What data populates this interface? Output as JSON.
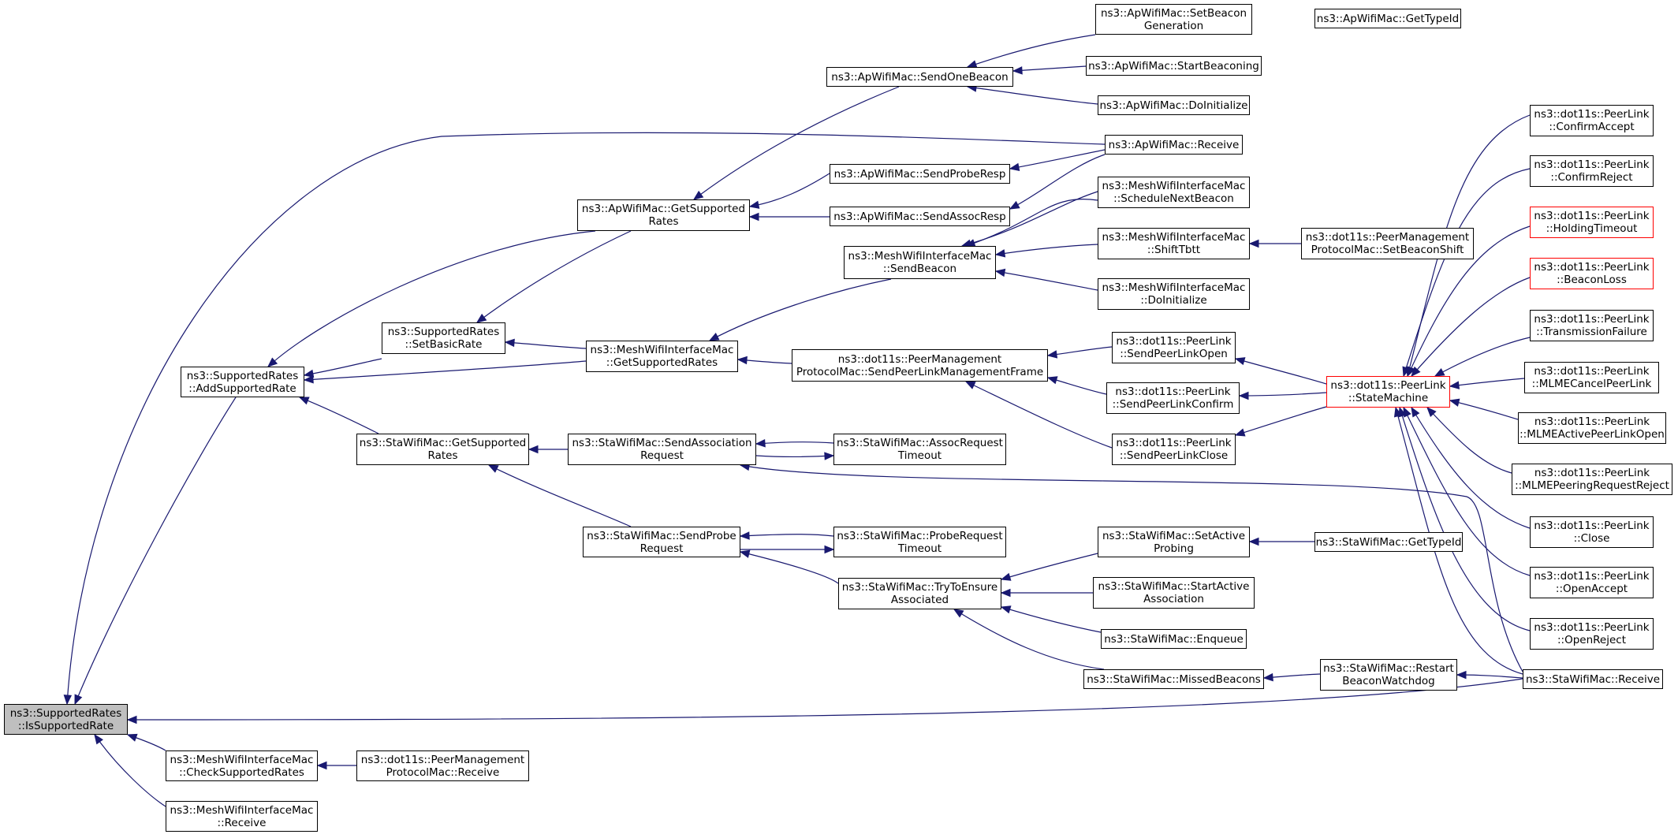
{
  "colors": {
    "edge": "#191970",
    "border": "#000000",
    "incomplete_border": "#ff0000",
    "focus_fill": "#bfbfbf"
  },
  "nodes": {
    "n0": [
      "ns3::SupportedRates",
      "::IsSupportedRate"
    ],
    "n1": [
      "ns3::SupportedRates",
      "::AddSupportedRate"
    ],
    "n2": [
      "ns3::MeshWifiInterfaceMac",
      "::CheckSupportedRates"
    ],
    "n3": [
      "ns3::MeshWifiInterfaceMac",
      "::Receive"
    ],
    "n4": [
      "ns3::dot11s::PeerManagement",
      "ProtocolMac::Receive"
    ],
    "n5": [
      "ns3::SupportedRates",
      "::SetBasicRate"
    ],
    "n6": [
      "ns3::StaWifiMac::GetSupported",
      "Rates"
    ],
    "n7": [
      "ns3::ApWifiMac::GetSupported",
      "Rates"
    ],
    "n8": [
      "ns3::MeshWifiInterfaceMac",
      "::GetSupportedRates"
    ],
    "n9": [
      "ns3::StaWifiMac::SendAssociation",
      "Request"
    ],
    "n10": [
      "ns3::StaWifiMac::SendProbe",
      "Request"
    ],
    "n11": [
      "ns3::ApWifiMac::SendOneBeacon"
    ],
    "n12": [
      "ns3::ApWifiMac::SendProbeResp"
    ],
    "n13": [
      "ns3::ApWifiMac::SendAssocResp"
    ],
    "n14": [
      "ns3::MeshWifiInterfaceMac",
      "::SendBeacon"
    ],
    "n15": [
      "ns3::dot11s::PeerManagement",
      "ProtocolMac::SendPeerLinkManagementFrame"
    ],
    "n16": [
      "ns3::StaWifiMac::AssocRequest",
      "Timeout"
    ],
    "n17": [
      "ns3::StaWifiMac::ProbeRequest",
      "Timeout"
    ],
    "n18": [
      "ns3::StaWifiMac::TryToEnsure",
      "Associated"
    ],
    "n19": [
      "ns3::ApWifiMac::SetBeacon",
      "Generation"
    ],
    "n20": [
      "ns3::ApWifiMac::StartBeaconing"
    ],
    "n21": [
      "ns3::ApWifiMac::DoInitialize"
    ],
    "n22": [
      "ns3::ApWifiMac::Receive"
    ],
    "n23": [
      "ns3::MeshWifiInterfaceMac",
      "::ScheduleNextBeacon"
    ],
    "n24": [
      "ns3::MeshWifiInterfaceMac",
      "::ShiftTbtt"
    ],
    "n25": [
      "ns3::MeshWifiInterfaceMac",
      "::DoInitialize"
    ],
    "n26": [
      "ns3::dot11s::PeerLink",
      "::SendPeerLinkOpen"
    ],
    "n27": [
      "ns3::dot11s::PeerLink",
      "::SendPeerLinkConfirm"
    ],
    "n28": [
      "ns3::dot11s::PeerLink",
      "::SendPeerLinkClose"
    ],
    "n29": [
      "ns3::StaWifiMac::SetActive",
      "Probing"
    ],
    "n30": [
      "ns3::StaWifiMac::StartActive",
      "Association"
    ],
    "n31": [
      "ns3::StaWifiMac::Enqueue"
    ],
    "n32": [
      "ns3::StaWifiMac::MissedBeacons"
    ],
    "n33": [
      "ns3::ApWifiMac::GetTypeId"
    ],
    "n34": [
      "ns3::dot11s::PeerManagement",
      "ProtocolMac::SetBeaconShift"
    ],
    "n35": [
      "ns3::StaWifiMac::GetTypeId"
    ],
    "n36": [
      "ns3::StaWifiMac::Restart",
      "BeaconWatchdog"
    ],
    "n37": [
      "ns3::dot11s::PeerLink",
      "::StateMachine"
    ],
    "n38": [
      "ns3::dot11s::PeerLink",
      "::ConfirmAccept"
    ],
    "n39": [
      "ns3::dot11s::PeerLink",
      "::ConfirmReject"
    ],
    "n40": [
      "ns3::dot11s::PeerLink",
      "::HoldingTimeout"
    ],
    "n41": [
      "ns3::dot11s::PeerLink",
      "::BeaconLoss"
    ],
    "n42": [
      "ns3::dot11s::PeerLink",
      "::TransmissionFailure"
    ],
    "n43": [
      "ns3::dot11s::PeerLink",
      "::MLMECancelPeerLink"
    ],
    "n44": [
      "ns3::dot11s::PeerLink",
      "::MLMEActivePeerLinkOpen"
    ],
    "n45": [
      "ns3::dot11s::PeerLink",
      "::MLMEPeeringRequestReject"
    ],
    "n46": [
      "ns3::dot11s::PeerLink",
      "::Close"
    ],
    "n47": [
      "ns3::dot11s::PeerLink",
      "::OpenAccept"
    ],
    "n48": [
      "ns3::dot11s::PeerLink",
      "::OpenReject"
    ],
    "n49": [
      "ns3::StaWifiMac::Receive"
    ]
  }
}
